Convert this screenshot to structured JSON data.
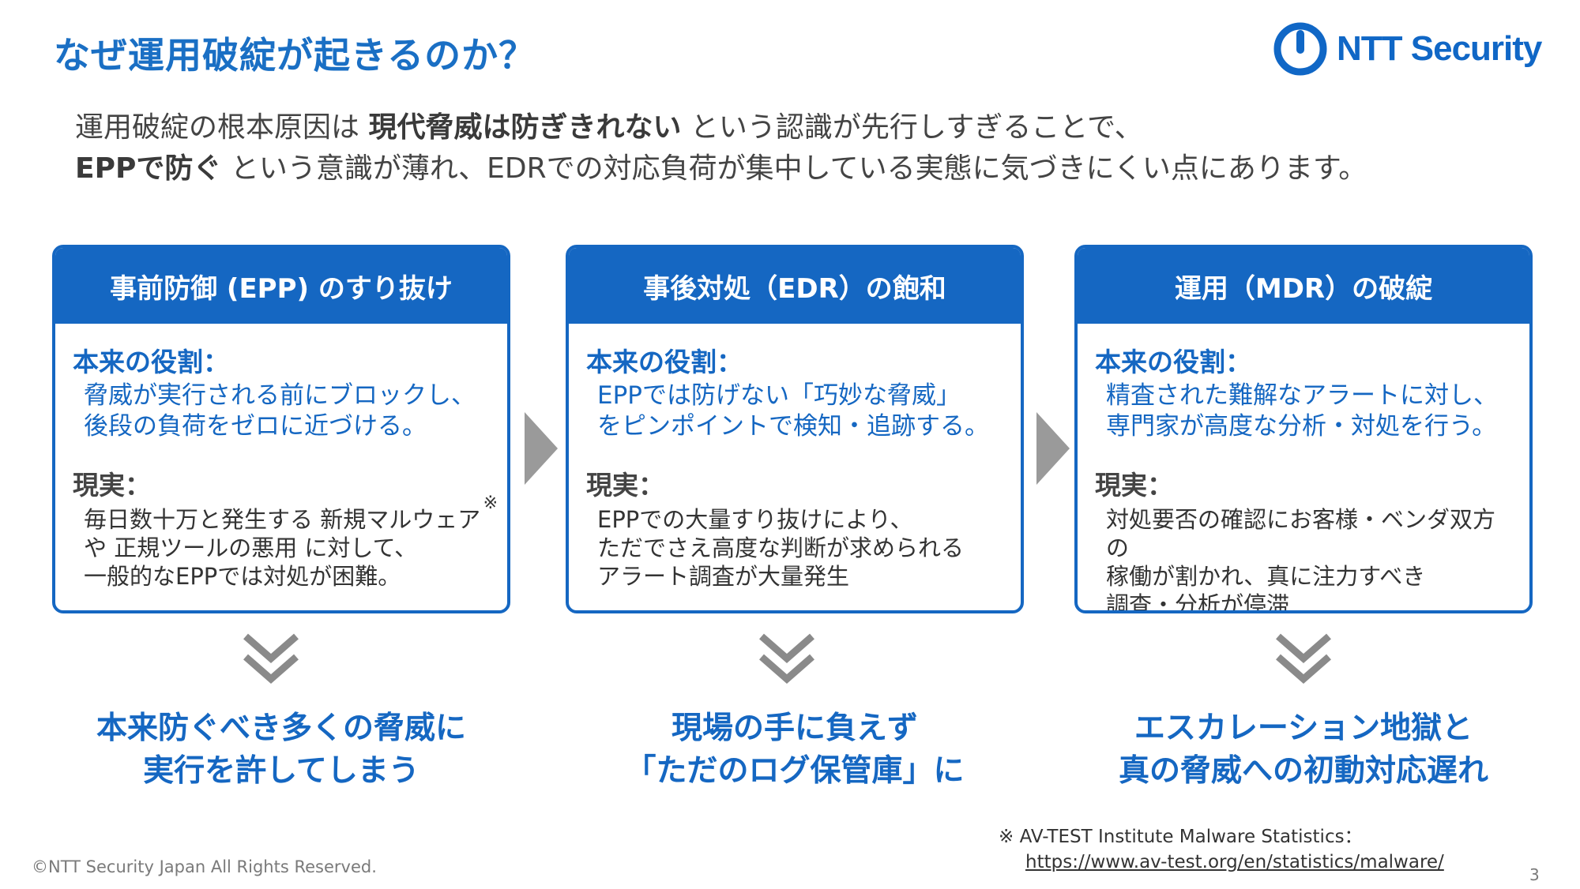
{
  "title": "なぜ運用破綻が起きるのか？",
  "logo": {
    "text": "NTT Security",
    "color": "#1067c6"
  },
  "intro": {
    "line1_a": "運用破綻の根本原因は ",
    "line1_b": "現代脅威は防ぎきれない",
    "line1_c": " という認識が先行しすぎることで、",
    "line2_a": "EPPで防ぐ",
    "line2_b": " という意識が薄れ、EDRでの対応負荷が集中している実態に気づきにくい点にあります。"
  },
  "accent_color": "#1567c2",
  "cards": [
    {
      "header": "事前防御 (EPP) のすり抜け",
      "role_label": "本来の役割：",
      "role_lines": [
        "脅威が実行される前にブロックし、",
        "後段の負荷をゼロに近づける。"
      ],
      "reality_label": "現実：",
      "reality_lines": [
        "毎日数十万と発生する 新規マルウェア",
        "や 正規ツールの悪用 に対して、",
        "一般的なEPPでは対処が困難。"
      ],
      "note_mark": "※"
    },
    {
      "header": "事後対処（EDR）の飽和",
      "role_label": "本来の役割：",
      "role_lines": [
        "EPPでは防げない「巧妙な脅威」",
        "をピンポイントで検知・追跡する。"
      ],
      "reality_label": "現実：",
      "reality_lines": [
        "EPPでの大量すり抜けにより、",
        "ただでさえ高度な判断が求められる",
        "アラート調査が大量発生"
      ]
    },
    {
      "header": "運用（MDR）の破綻",
      "role_label": "本来の役割：",
      "role_lines": [
        "精査された難解なアラートに対し、",
        "専門家が高度な分析・対処を行う。"
      ],
      "reality_label": "現実：",
      "reality_lines": [
        "対処要否の確認にお客様・ベンダ双方の",
        "稼働が割かれ、真に注力すべき",
        "調査・分析が停滞"
      ]
    }
  ],
  "results": [
    {
      "line1": "本来防ぐべき多くの脅威に",
      "line2": "実行を許してしまう"
    },
    {
      "line1": "現場の手に負えず",
      "line2": "「ただのログ保管庫」に"
    },
    {
      "line1": "エスカレーション地獄と",
      "line2": "真の脅威への初動対応遅れ"
    }
  ],
  "footnote": {
    "text": "※ AV-TEST Institute Malware Statistics：",
    "url": "https://www.av-test.org/en/statistics/malware/"
  },
  "copyright": "©NTT Security Japan All Rights Reserved.",
  "page_number": "3"
}
